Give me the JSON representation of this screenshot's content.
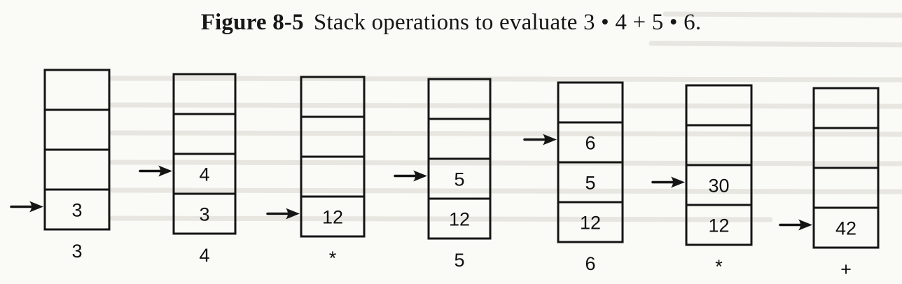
{
  "figure": {
    "label": "Figure 8-5",
    "title": "Stack operations to evaluate 3 • 4 + 5 • 6."
  },
  "stacks": [
    {
      "operation": "3",
      "cells": [
        "3",
        "",
        "",
        ""
      ],
      "top_index": 0
    },
    {
      "operation": "4",
      "cells": [
        "3",
        "4",
        "",
        ""
      ],
      "top_index": 1
    },
    {
      "operation": "*",
      "cells": [
        "12",
        "",
        "",
        ""
      ],
      "top_index": 0
    },
    {
      "operation": "5",
      "cells": [
        "12",
        "5",
        "",
        ""
      ],
      "top_index": 1
    },
    {
      "operation": "6",
      "cells": [
        "12",
        "5",
        "6",
        ""
      ],
      "top_index": 2
    },
    {
      "operation": "*",
      "cells": [
        "12",
        "30",
        "",
        ""
      ],
      "top_index": 1
    },
    {
      "operation": "+",
      "cells": [
        "42",
        "",
        "",
        ""
      ],
      "top_index": 0
    }
  ]
}
